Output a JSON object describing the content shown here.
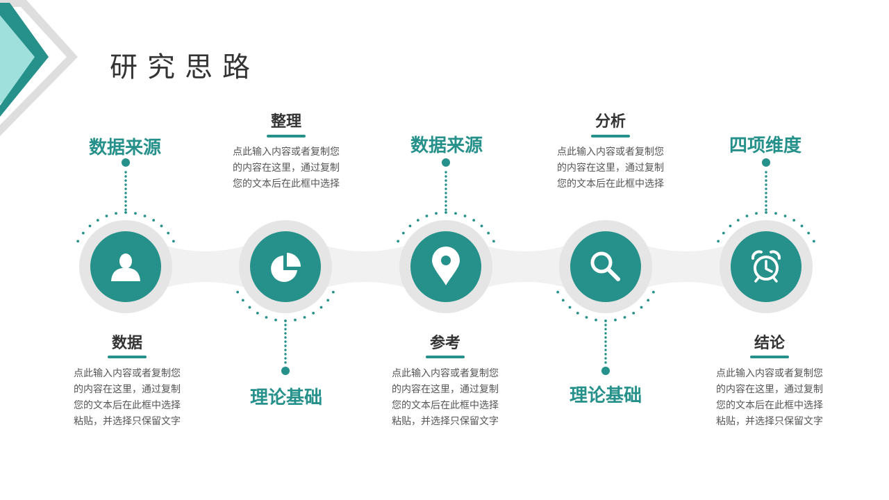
{
  "title": "研究思路",
  "colors": {
    "accent": "#26908a",
    "ring": "#e5e5e5",
    "band": "#f1f1f1",
    "dots": "#26908a",
    "corner_light": "#9fe0dd",
    "corner_gray": "#dedede"
  },
  "steps": [
    {
      "icon": "user-icon",
      "top_heading": "数据来源",
      "bottom_heading": "数据",
      "bottom_text": [
        "点此输入内容或者复制您",
        "的内容在这里，通过复制",
        "您的文本后在此框中选择",
        "粘贴，并选择只保留文字"
      ]
    },
    {
      "icon": "pie-chart-icon",
      "top_heading": "整理",
      "top_text": [
        "点此输入内容或者复制您",
        "的内容在这里，通过复制",
        "您的文本后在此框中选择"
      ],
      "bottom_heading": "理论基础"
    },
    {
      "icon": "location-pin-icon",
      "top_heading": "数据来源",
      "bottom_heading": "参考",
      "bottom_text": [
        "点此输入内容或者复制您",
        "的内容在这里，通过复制",
        "您的文本后在此框中选择",
        "粘贴，并选择只保留文字"
      ]
    },
    {
      "icon": "search-icon",
      "top_heading": "分析",
      "top_text": [
        "点此输入内容或者复制您",
        "的内容在这里，通过复制",
        "您的文本后在此框中选择"
      ],
      "bottom_heading": "理论基础"
    },
    {
      "icon": "alarm-clock-icon",
      "top_heading": "四项维度",
      "bottom_heading": "结论",
      "bottom_text": [
        "点此输入内容或者复制您",
        "的内容在这里，通过复制",
        "您的文本后在此框中选择",
        "粘贴，并选择只保留文字"
      ]
    }
  ]
}
